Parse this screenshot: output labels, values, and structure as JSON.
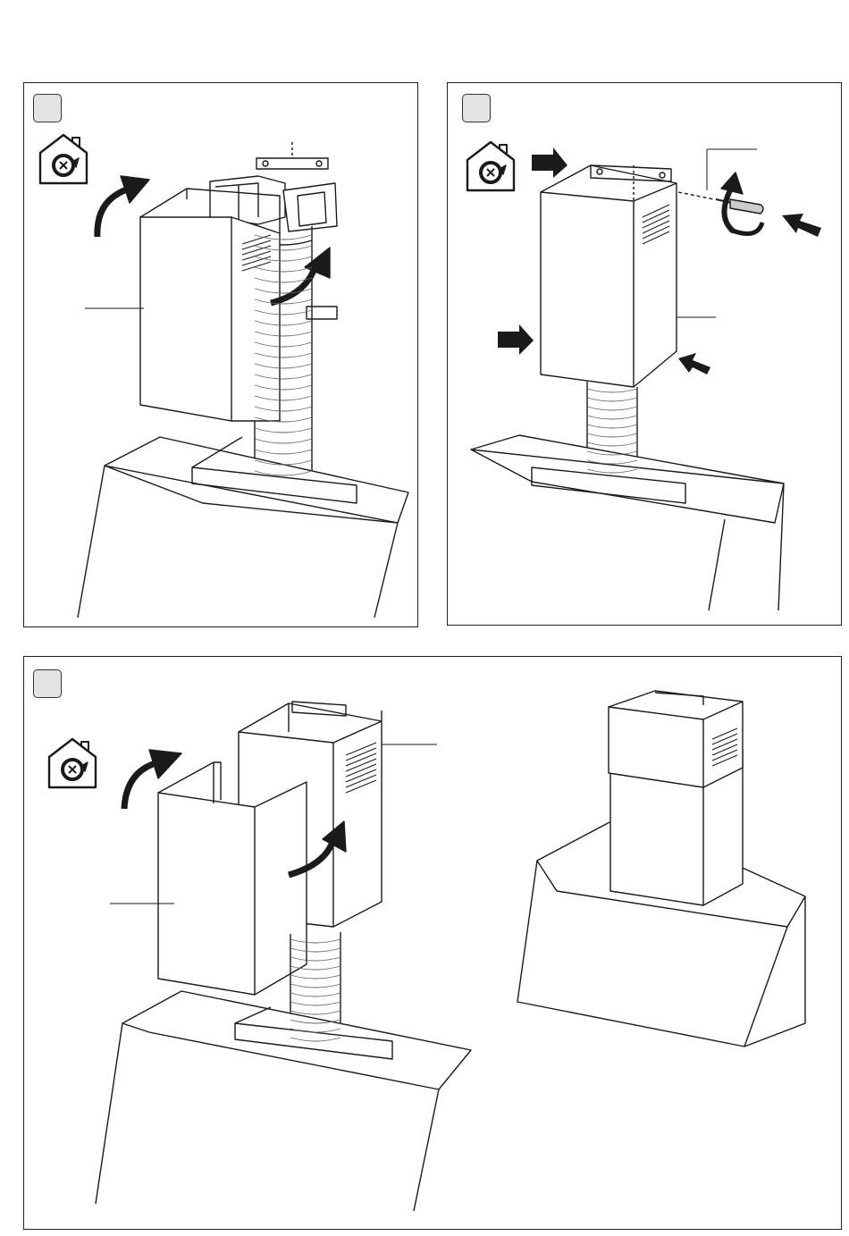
{
  "panels": [
    {
      "id": "step-a",
      "step_label": "",
      "icon": "recirculation-house-icon"
    },
    {
      "id": "step-b",
      "step_label": "",
      "icon": "recirculation-house-icon"
    },
    {
      "id": "step-c",
      "step_label": "",
      "icon": "recirculation-house-icon"
    }
  ],
  "tools": [
    "screwdriver-icon"
  ],
  "colors": {
    "line": "#1a1a1a",
    "badge_fill": "#e3e3e3",
    "arrow": "#1a1a1a",
    "duct_fill": "#f2f2f2"
  }
}
